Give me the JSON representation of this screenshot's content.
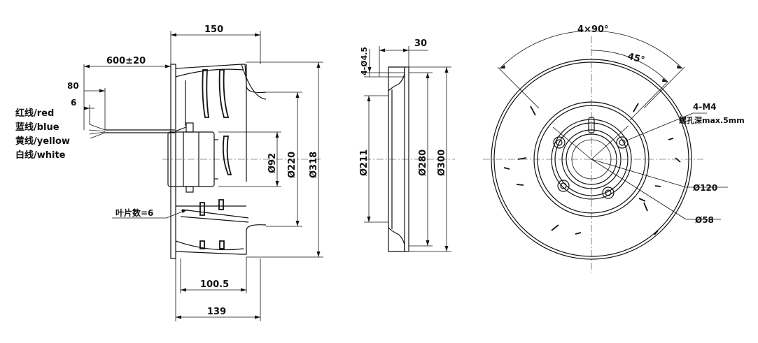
{
  "dims": {
    "side_width": "150",
    "cable_length": "600±20",
    "strip_length": "80",
    "wire_strip": "6",
    "fan_height": "Ø318",
    "inlet_dia": "Ø220",
    "motor_dia": "Ø92",
    "depth_100_5": "100.5",
    "depth_139": "139",
    "blade_count": "叶片数=6",
    "ring_hole": "4-Ø4.5",
    "ring_thick": "30",
    "ring_inner": "Ø211",
    "ring_pcd": "Ø280",
    "ring_outer": "Ø300",
    "angle_4x90": "4×90°",
    "angle_45": "45°",
    "thread": "4-M4",
    "thread_depth": "螺孔深max.5mm",
    "dia_120": "Ø120",
    "dia_58": "Ø58"
  },
  "wires": [
    {
      "label": "红线/red"
    },
    {
      "label": "蓝线/blue"
    },
    {
      "label": "黄线/yellow"
    },
    {
      "label": "白线/white"
    }
  ]
}
